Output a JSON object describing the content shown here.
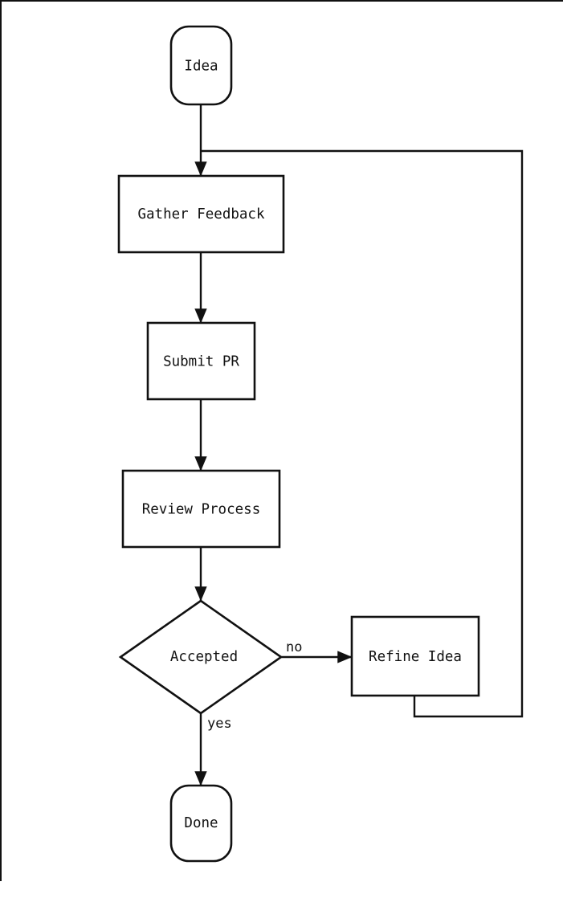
{
  "diagram": {
    "type": "flowchart",
    "title": "",
    "orientation": "top-to-bottom",
    "background_color": "#ffffff",
    "stroke_color": "#111111",
    "fill_color": "#ffffff",
    "nodes": [
      {
        "id": "idea",
        "label": "Idea",
        "shape": "rounded-rectangle"
      },
      {
        "id": "gather",
        "label": "Gather Feedback",
        "shape": "rectangle"
      },
      {
        "id": "submit",
        "label": "Submit PR",
        "shape": "rectangle"
      },
      {
        "id": "review",
        "label": "Review Process",
        "shape": "rectangle"
      },
      {
        "id": "accepted",
        "label": "Accepted",
        "shape": "diamond"
      },
      {
        "id": "refine",
        "label": "Refine Idea",
        "shape": "rectangle"
      },
      {
        "id": "done",
        "label": "Done",
        "shape": "rounded-rectangle"
      }
    ],
    "edges": [
      {
        "from": "idea",
        "to": "gather",
        "label": ""
      },
      {
        "from": "gather",
        "to": "submit",
        "label": ""
      },
      {
        "from": "submit",
        "to": "review",
        "label": ""
      },
      {
        "from": "review",
        "to": "accepted",
        "label": ""
      },
      {
        "from": "accepted",
        "to": "refine",
        "label": "no"
      },
      {
        "from": "accepted",
        "to": "done",
        "label": "yes"
      },
      {
        "from": "refine",
        "to": "gather",
        "label": ""
      }
    ],
    "edge_labels": {
      "no": "no",
      "yes": "yes"
    }
  }
}
